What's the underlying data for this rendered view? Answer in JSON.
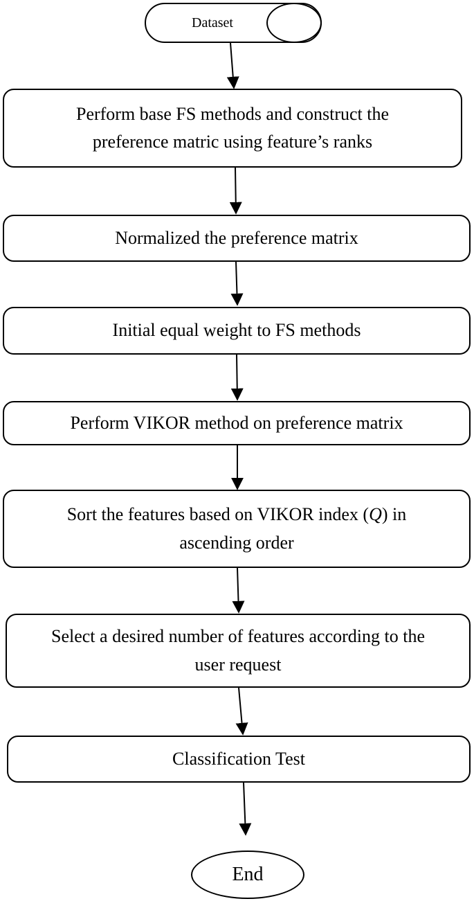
{
  "start": {
    "label": "Dataset"
  },
  "steps": [
    {
      "lines": [
        "Perform base FS methods and construct the",
        "preference matric using feature’s ranks"
      ]
    },
    {
      "lines": [
        "Normalized the preference matrix"
      ]
    },
    {
      "lines": [
        "Initial equal weight to FS methods"
      ]
    },
    {
      "lines": [
        "Perform VIKOR method on preference matrix"
      ]
    },
    {
      "lines": [
        "Sort the features based on VIKOR index (",
        "Q",
        ") in",
        "ascending order"
      ]
    },
    {
      "lines": [
        "Select a desired number of features according to the",
        "user request"
      ]
    },
    {
      "lines": [
        "Classification Test"
      ]
    }
  ],
  "end": {
    "label": "End"
  }
}
